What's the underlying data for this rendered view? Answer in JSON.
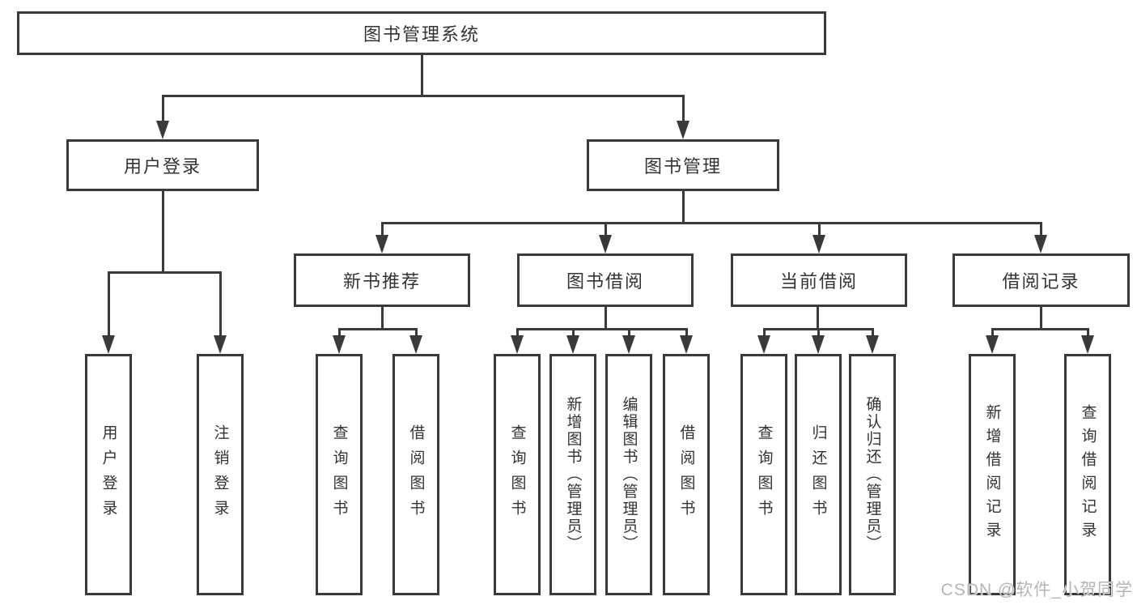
{
  "diagram_type": "hierarchy-tree",
  "colors": {
    "line": "#3a3a3a",
    "text": "#333333",
    "bg": "#ffffff",
    "watermark": "#b5b5b5"
  },
  "root": {
    "label": "图书管理系统"
  },
  "user_login": {
    "label": "用户登录",
    "leaves": [
      {
        "label": "用户登录"
      },
      {
        "label": "注销登录"
      }
    ]
  },
  "book_mgmt": {
    "label": "图书管理",
    "groups": [
      {
        "label": "新书推荐",
        "leaves": [
          {
            "label": "查询图书"
          },
          {
            "label": "借阅图书"
          }
        ]
      },
      {
        "label": "图书借阅",
        "leaves": [
          {
            "label": "查询图书"
          },
          {
            "label": "新增图书（管理员）"
          },
          {
            "label": "编辑图书（管理员）"
          },
          {
            "label": "借阅图书"
          }
        ]
      },
      {
        "label": "当前借阅",
        "leaves": [
          {
            "label": "查询图书"
          },
          {
            "label": "归还图书"
          },
          {
            "label": "确认归还（管理员）"
          }
        ]
      },
      {
        "label": "借阅记录",
        "leaves": [
          {
            "label": "新增借阅记录"
          },
          {
            "label": "查询借阅记录"
          }
        ]
      }
    ]
  },
  "watermark": {
    "text": "CSDN @软件_小贺同学"
  }
}
